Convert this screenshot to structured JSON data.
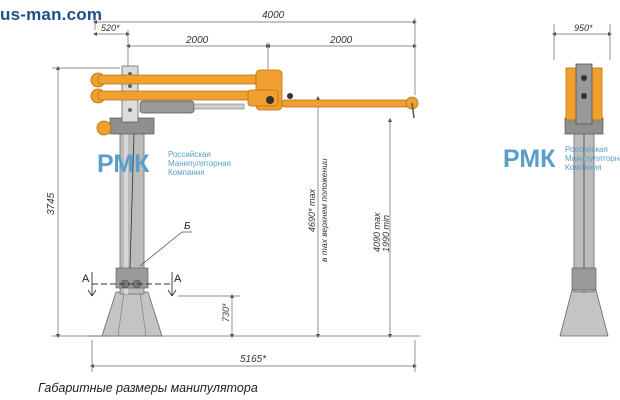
{
  "site": "us-man.com",
  "caption": "Габаритные размеры манипулятора",
  "logo": {
    "mark": "РМК",
    "line1": "Российская",
    "line2": "Манипуляторная",
    "line3": "Компания",
    "color": "#5a9ec9"
  },
  "colors": {
    "arm": "#f0a030",
    "arm_edge": "#b56f10",
    "column": "#b9b9b9",
    "column_edge": "#6d6d6d",
    "dim_line": "#666666"
  },
  "dimensions": {
    "total_reach": "4000",
    "offset": "520*",
    "arm1": "2000",
    "arm2": "2000",
    "height": "3745",
    "max_top": "4690* max",
    "max_top_note": "в max верхнем положении",
    "max_bottom": "4090 max",
    "min_bottom": "1990 min",
    "base_height": "730*",
    "overall_width": "5165*",
    "side_width": "950*"
  },
  "markers": {
    "section_a": "A",
    "detail_b": "Б"
  }
}
